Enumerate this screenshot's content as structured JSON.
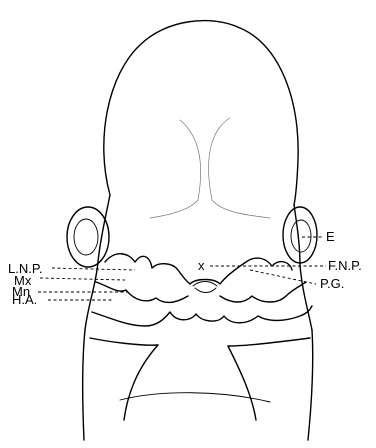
{
  "figure": {
    "labels": {
      "lnp": "L.N.P.",
      "mx": "Mx",
      "mn": "Mn",
      "ha": "H.A.",
      "e": "E",
      "fnp": "F.N.P.",
      "pg": "P.G.",
      "x_mark": "x"
    }
  }
}
